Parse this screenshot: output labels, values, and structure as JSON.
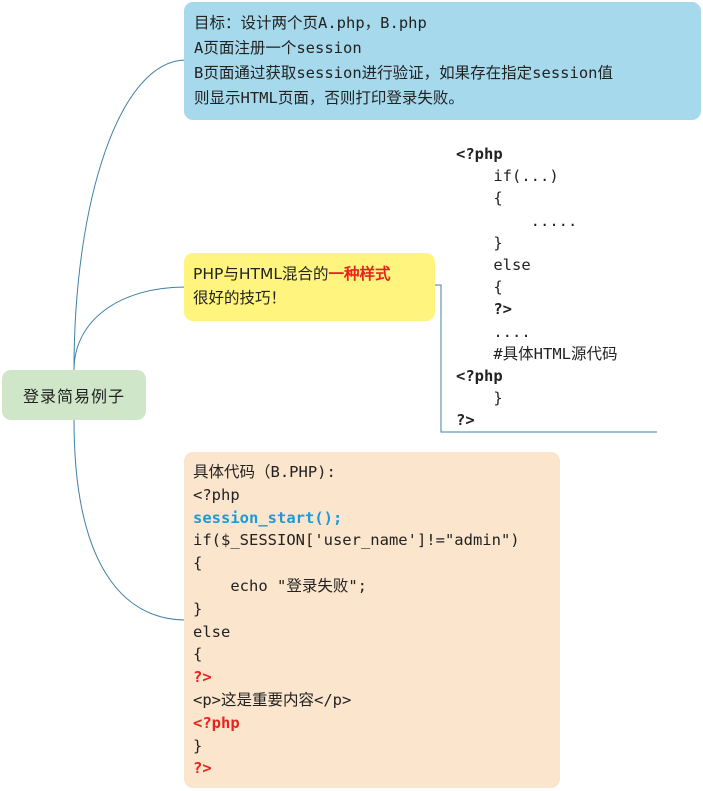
{
  "root": {
    "label": "登录简易例子"
  },
  "goal": {
    "lines": [
      "目标：设计两个页A.php，B.php",
      "A页面注册一个session",
      "B页面通过获取session进行验证，如果存在指定session值",
      "则显示HTML页面，否则打印登录失败。"
    ]
  },
  "tip": {
    "line1_prefix": "PHP与HTML混合的",
    "line1_highlight": "一种样式",
    "line2": "很好的技巧！"
  },
  "snippet": {
    "lines": [
      "<?php",
      "    if(...)",
      "    {",
      "        .....",
      "    }",
      "    else",
      "    {",
      "    ?>",
      "    ....",
      "    #具体HTML源代码",
      "<?php",
      "    }",
      "?>"
    ]
  },
  "code": {
    "lines": [
      "具体代码（B.PHP):",
      "<?php",
      "session_start();",
      "if($_SESSION['user_name']!=\"admin\")",
      "{",
      "    echo \"登录失败\";",
      "}",
      "else",
      "{",
      "?>",
      "<p>这是重要内容</p>",
      "<?php",
      "}",
      "?>"
    ]
  },
  "colors": {
    "root_fill": "#cfe6c8",
    "goal_fill": "#a6d9ec",
    "tip_fill": "#fff47d",
    "code_fill": "#fbe5cd",
    "connector": "#3f7fa6",
    "highlight_red": "#e8231d",
    "keyword_blue": "#1e9ad6"
  }
}
